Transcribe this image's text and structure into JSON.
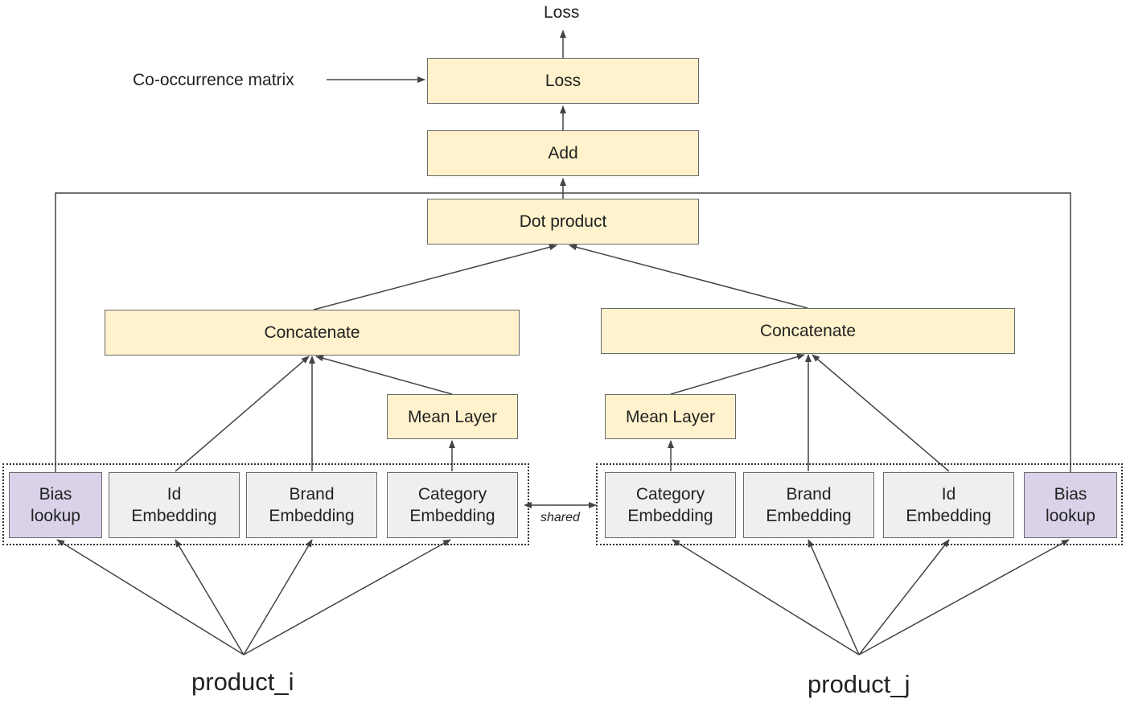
{
  "top_output": "Loss",
  "input_label": "Co-occurrence matrix",
  "loss": "Loss",
  "add": "Add",
  "dot_product": "Dot product",
  "left": {
    "concatenate": "Concatenate",
    "mean_layer": "Mean Layer",
    "bias": "Bias\nlookup",
    "id": "Id\nEmbedding",
    "brand": "Brand\nEmbedding",
    "category": "Category\nEmbedding",
    "input": "product_i"
  },
  "right": {
    "concatenate": "Concatenate",
    "mean_layer": "Mean Layer",
    "category": "Category\nEmbedding",
    "brand": "Brand\nEmbedding",
    "id": "Id\nEmbedding",
    "bias": "Bias\nlookup",
    "input": "product_j"
  },
  "shared_label": "shared",
  "colors": {
    "layer_fill": "#fff2cc",
    "embedding_fill": "#efefef",
    "bias_fill": "#d9d2e9",
    "line": "#444444"
  }
}
